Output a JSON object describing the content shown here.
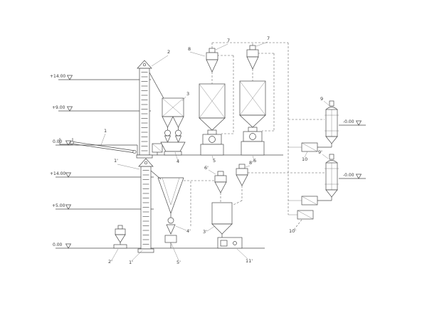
{
  "drawing": {
    "type": "process-flow-diagram",
    "background": "#ffffff",
    "line_color": "#4a4a4a"
  },
  "elevations": {
    "upper_left_1": "+14.00",
    "upper_left_2": "+9.00",
    "upper_left_3": "0.00",
    "lower_left_1": "+14.00",
    "lower_left_2": "+5.00",
    "lower_left_3": "0.00",
    "right_1": "-0.00",
    "right_2": "-0.00"
  },
  "labels": {
    "u1": "1",
    "u2": "2",
    "u3": "3",
    "u4": "4",
    "u5": "5",
    "u6": "6",
    "u7a": "7",
    "u7b": "7",
    "u8": "8",
    "u9a": "9",
    "u9b": "9'",
    "u10": "10",
    "l1": "1'",
    "l1b": "1'",
    "l2": "2'",
    "l3": "3'",
    "l4": "4'",
    "l5": "5'",
    "l6": "6'",
    "l8": "8'",
    "l10": "10'",
    "l11": "11'"
  }
}
